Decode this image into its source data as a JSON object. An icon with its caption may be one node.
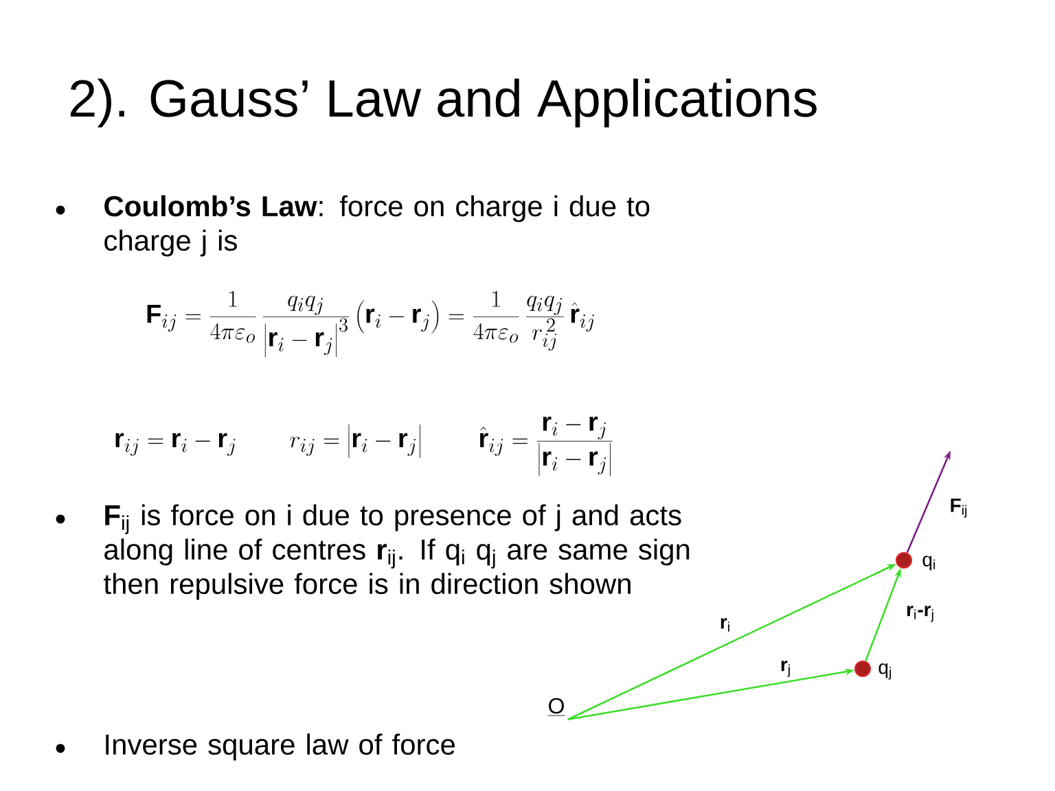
{
  "diagram": {
    "title": "2). Gauss’ Law and Applications",
    "nodes": [
      {
        "text": [
          "O"
        ]
      },
      {
        "text": [],
        "shape": "circle",
        "beside": [
          "q$_{j}$"
        ]
      },
      {
        "text": [],
        "shape": "circle",
        "beside": [
          "q$_{i}$"
        ]
      }
    ],
    "edges": [
      {
        "from": 0,
        "to": 2,
        "arrow": "to",
        "label": "**r**$_{i}$"
      },
      {
        "from": 0,
        "to": 1,
        "arrow": "to",
        "label": "**r**$_{j}$"
      },
      {
        "from": 1,
        "to": 2,
        "arrow": "to",
        "label": "**r**$_{i}$**-r**$_{j}$"
      },
      {
        "from": 2,
        "to": null,
        "arrow": "to",
        "label": "**F**$_{ij}$",
        "color": "#7b1f86"
      }
    ],
    "labels": [
      "**Coulomb’s Law**: force on charge i due to charge j is",
      "\\mathbf{F}_{ij}=\\frac{1}{4\\pi\\varepsilon_o}\\,\\frac{q_iq_j}{\\left|\\mathbf{r}_i-\\mathbf{r}_j\\right|^3}\\left(\\mathbf{r}_i-\\mathbf{r}_j\\right)=\\frac{1}{4\\pi\\varepsilon_o}\\,\\frac{q_iq_j}{r_{ij}^{\\,2}}\\,\\hat{\\mathbf{r}}_{ij}",
      "\\mathbf{r}_{ij}=\\mathbf{r}_i-\\mathbf{r}_j\\qquad r_{ij}=\\left|\\mathbf{r}_i-\\mathbf{r}_j\\right|\\qquad \\hat{\\mathbf{r}}_{ij}=\\frac{\\mathbf{r}_i-\\mathbf{r}_j}{\\left|\\mathbf{r}_i-\\mathbf{r}_j\\right|}",
      "**F**$_{ij}$ is force on i due to presence of j and acts along line of centres **r**$_{ij}$. If q$_{i}$ q$_{j}$ are same sign then repulsive force is in direction shown",
      "Inverse square law of force"
    ]
  }
}
